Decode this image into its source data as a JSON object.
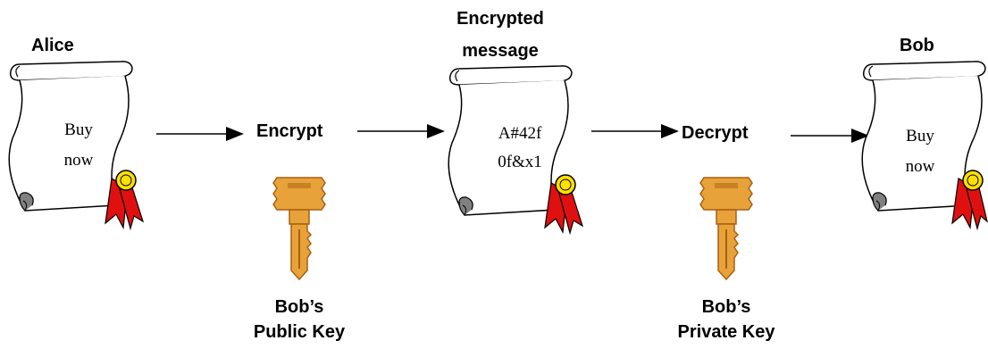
{
  "parties": {
    "sender": "Alice",
    "receiver": "Bob"
  },
  "scrolls": {
    "plaintext_line1": "Buy",
    "plaintext_line2": "now",
    "ciphertext_line1": "A#42f",
    "ciphertext_line2": "0f&x1",
    "received_line1": "Buy",
    "received_line2": "now"
  },
  "steps": {
    "encrypt": "Encrypt",
    "encrypted_title_line1": "Encrypted",
    "encrypted_title_line2": "message",
    "decrypt": "Decrypt"
  },
  "keys": {
    "public_line1": "Bob’s",
    "public_line2": "Public Key",
    "private_line1": "Bob’s",
    "private_line2": "Private Key"
  },
  "colors": {
    "key_fill": "#e8a23a",
    "key_dark": "#a86010",
    "seal_gold": "#ffe000",
    "ribbon_red": "#e01010",
    "scroll_curl": "#808080"
  }
}
